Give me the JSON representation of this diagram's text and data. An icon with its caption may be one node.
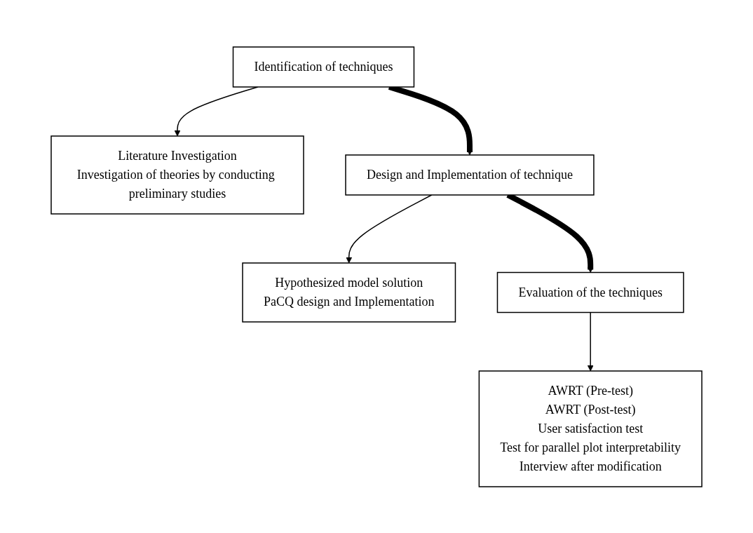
{
  "diagram": {
    "nodes": [
      {
        "text": [
          "Identification of techniques"
        ]
      },
      {
        "text": [
          "Literature Investigation",
          "Investigation of theories by conducting preliminary studies"
        ]
      },
      {
        "text": [
          "Design and Implementation of technique"
        ]
      },
      {
        "text": [
          "Hypothesized model solution",
          "PaCQ design and Implementation"
        ]
      },
      {
        "text": [
          "Evaluation of the techniques"
        ]
      },
      {
        "text": [
          "AWRT (Pre-test)",
          "AWRT (Post-test)",
          "User satisfaction test",
          "Test for parallel plot interpretability",
          "Interview after modification"
        ]
      }
    ],
    "edges": [
      {
        "from": 0,
        "to": 1,
        "arrow": "to"
      },
      {
        "from": 0,
        "to": 2,
        "arrow": "to",
        "style": "thick"
      },
      {
        "from": 2,
        "to": 3,
        "arrow": "to"
      },
      {
        "from": 2,
        "to": 4,
        "arrow": "to",
        "style": "thick"
      },
      {
        "from": 4,
        "to": 5,
        "arrow": "to"
      }
    ]
  }
}
